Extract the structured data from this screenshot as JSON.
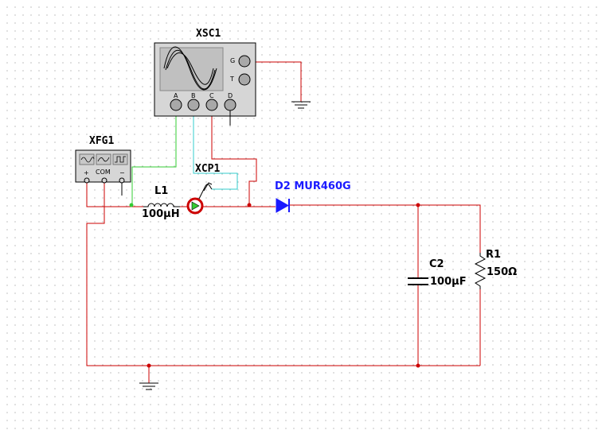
{
  "colors": {
    "wire": "#cc0000",
    "wire_green": "#33cc33",
    "wire_cyan": "#33cccc",
    "diode": "#1a1aff",
    "instrument_fill": "#d6d6d6"
  },
  "scope": {
    "name": "XSC1",
    "terminals": {
      "g": "G",
      "t": "T"
    },
    "channels": [
      "A",
      "B",
      "C",
      "D"
    ]
  },
  "function_generator": {
    "name": "XFG1",
    "plus": "+",
    "com": "COM",
    "minus": "−"
  },
  "current_probe": {
    "name": "XCP1"
  },
  "components": {
    "inductor": {
      "ref": "L1",
      "value": "100µH"
    },
    "diode": {
      "label": "D2 MUR460G"
    },
    "capacitor": {
      "ref": "C2",
      "value": "100µF"
    },
    "resistor": {
      "ref": "R1",
      "value": "150Ω"
    }
  }
}
